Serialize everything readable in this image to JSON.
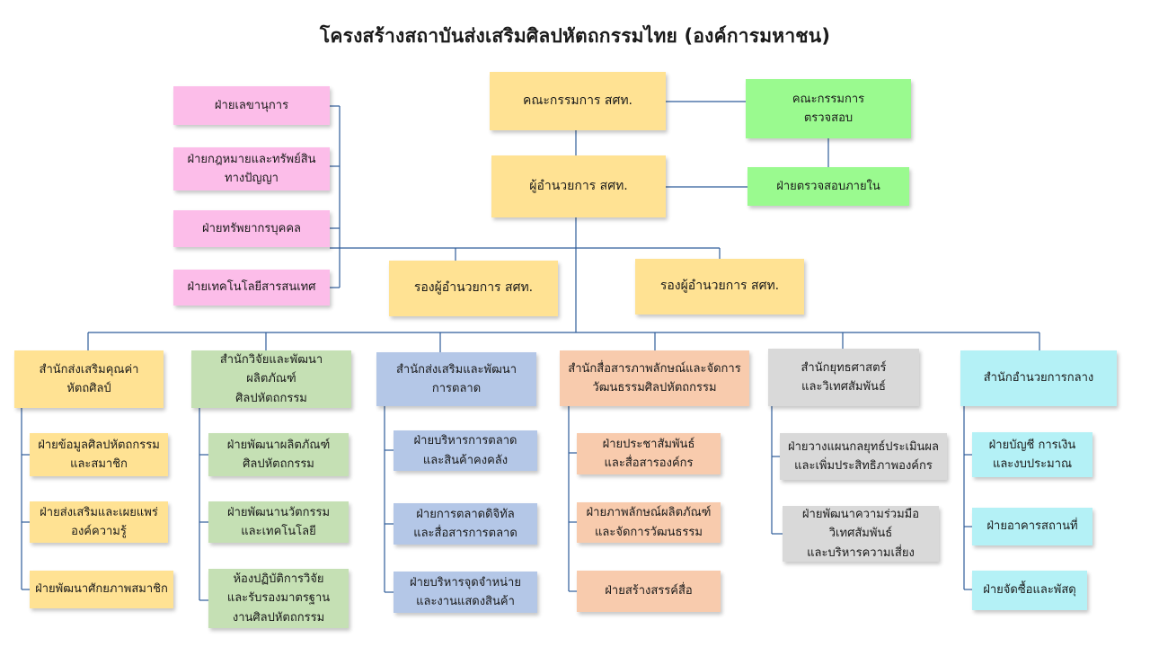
{
  "title": "โครงสร้างสถาบันส่งเสริมศิลปหัตถกรรมไทย (องค์การมหาชน)",
  "colors": {
    "line": "#2e5c9a",
    "board": "#ffe293",
    "audit": "#9afa8f",
    "staff": "#fcbde9",
    "office1": "#ffe293",
    "office2": "#c5e0b4",
    "office3": "#b4c7e7",
    "office4": "#f8cbad",
    "office5": "#d9d9d9",
    "office6": "#b4f1f6"
  },
  "top": {
    "board": "คณะกรรมการ สศท.",
    "audit_committee": "คณะกรรมการ\nตรวจสอบ",
    "director": "ผู้อำนวยการ สศท.",
    "internal_audit": "ฝ่ายตรวจสอบภายใน",
    "deputy_left": "รองผู้อำนวยการ สศท.",
    "deputy_right": "รองผู้อำนวยการ สศท."
  },
  "staff_units": [
    "ฝ่ายเลขานุการ",
    "ฝ่ายกฎหมายและทรัพย์สิน\nทางปัญญา",
    "ฝ่ายทรัพยากรบุคคล",
    "ฝ่ายเทคโนโลยีสารสนเทศ"
  ],
  "offices": [
    {
      "name": "สำนักส่งเสริมคุณค่า\nหัตถศิลป์",
      "units": [
        "ฝ่ายข้อมูลศิลปหัตถกรรม\nและสมาชิก",
        "ฝ่ายส่งเสริมและเผยแพร่\nองค์ความรู้",
        "ฝ่ายพัฒนาศักยภาพสมาชิก"
      ]
    },
    {
      "name": "สำนักวิจัยและพัฒนาผลิตภัณฑ์\nศิลปหัตถกรรม",
      "units": [
        "ฝ่ายพัฒนาผลิตภัณฑ์\nศิลปหัตถกรรม",
        "ฝ่ายพัฒนานวัตกรรม\nและเทคโนโลยี",
        "ห้องปฏิบัติการวิจัย\nและรับรองมาตรฐาน\nงานศิลปหัตถกรรม"
      ]
    },
    {
      "name": "สำนักส่งเสริมและพัฒนา\nการตลาด",
      "units": [
        "ฝ่ายบริหารการตลาด\nและสินค้าคงคลัง",
        "ฝ่ายการตลาดดิจิทัล\nและสื่อสารการตลาด",
        "ฝ่ายบริหารจุดจำหน่าย\nและงานแสดงสินค้า"
      ]
    },
    {
      "name": "สำนักสื่อสารภาพลักษณ์และจัดการ\nวัฒนธรรมศิลปหัตถกรรม",
      "units": [
        "ฝ่ายประชาสัมพันธ์\nและสื่อสารองค์กร",
        "ฝ่ายภาพลักษณ์ผลิตภัณฑ์\nและจัดการวัฒนธรรม",
        "ฝ่ายสร้างสรรค์สื่อ"
      ]
    },
    {
      "name": "สำนักยุทธศาสตร์\nและวิเทศสัมพันธ์",
      "units": [
        "ฝ่ายวางแผนกลยุทธ์ประเมินผล\nและเพิ่มประสิทธิภาพองค์กร",
        "ฝ่ายพัฒนาความร่วมมือ\nวิเทศสัมพันธ์\nและบริหารความเสี่ยง"
      ]
    },
    {
      "name": "สำนักอำนวยการกลาง",
      "units": [
        "ฝ่ายบัญชี การเงิน\nและงบประมาณ",
        "ฝ่ายอาคารสถานที่",
        "ฝ่ายจัดซื้อและพัสดุ"
      ]
    }
  ]
}
